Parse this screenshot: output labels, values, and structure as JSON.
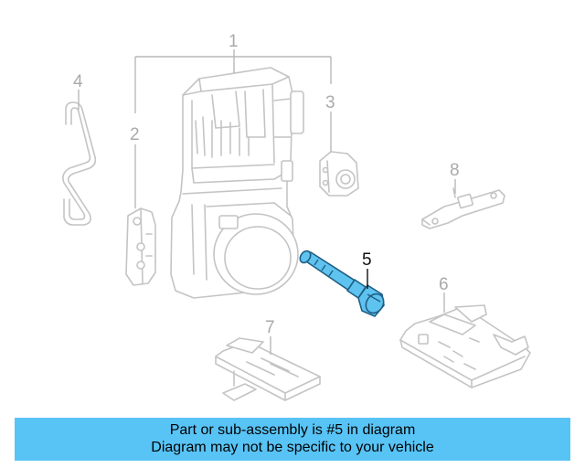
{
  "diagram": {
    "callouts": [
      "1",
      "2",
      "3",
      "4",
      "5",
      "6",
      "7",
      "8"
    ],
    "highlighted_part": "5",
    "colors": {
      "highlight_fill": "#5fc3ef",
      "highlight_stroke": "#1f5f86",
      "part_outline": "#c4c4c4",
      "caption_background": "#58c4f6"
    }
  },
  "caption": {
    "line1": "Part or sub-assembly is #5 in diagram",
    "line2": "Diagram may not be specific to your vehicle"
  }
}
